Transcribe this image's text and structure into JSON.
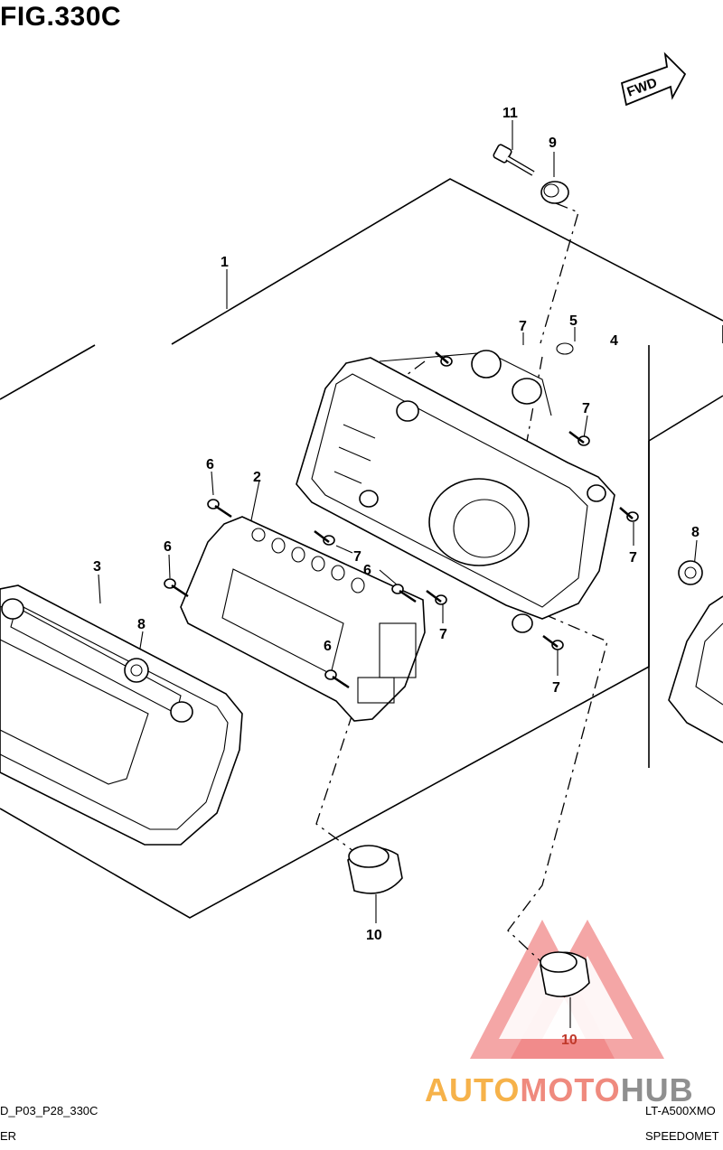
{
  "title": "FIG.330C",
  "badge": "FWD",
  "callouts": [
    "1",
    "2",
    "3",
    "4",
    "5",
    "6",
    "6",
    "6",
    "6",
    "7",
    "7",
    "7",
    "7",
    "7",
    "7",
    "8",
    "8",
    "9",
    "10",
    "10",
    "11"
  ],
  "footer": {
    "left_code": "D_P03_P28_330C",
    "left_name": "ER",
    "right_model": "LT-A500XMO",
    "right_name": "SPEEDOMET"
  },
  "watermark": {
    "part1": "AUTO",
    "part2": "MOTO",
    "part3": "HUB",
    "colors": {
      "auto": "#f6b24a",
      "moto": "#ef8a7e",
      "hub": "#8f8f8f",
      "triangle": "#f08080"
    }
  }
}
